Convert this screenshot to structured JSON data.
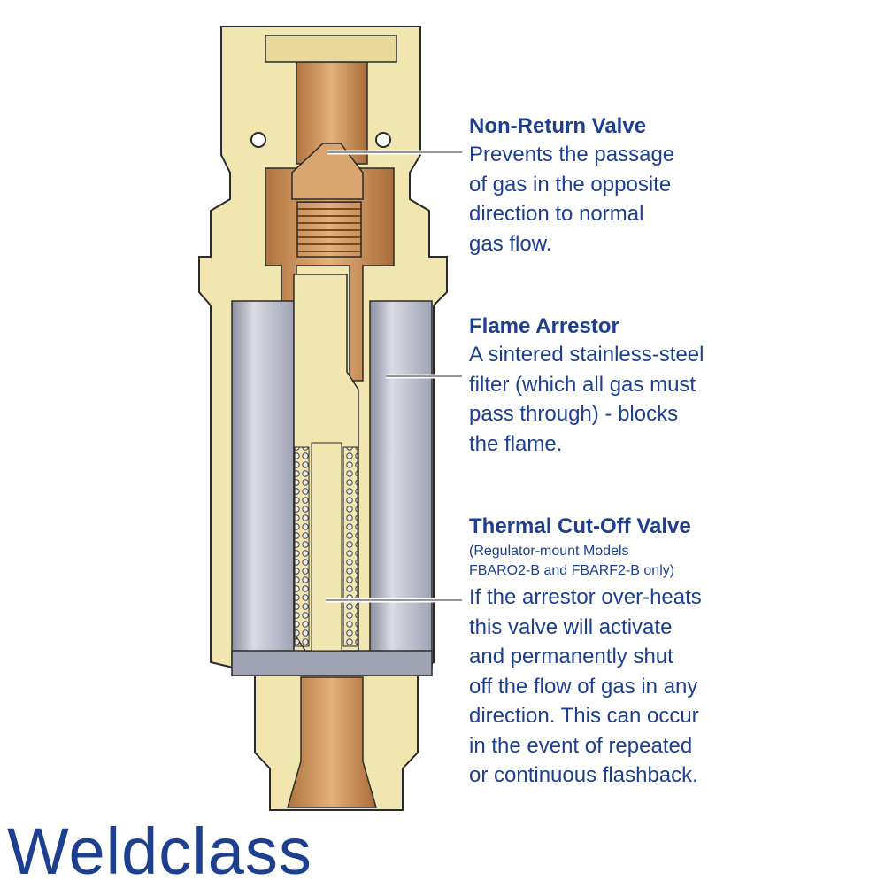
{
  "labels": {
    "non_return_valve": {
      "title": "Non-Return Valve",
      "body": "Prevents the passage\nof gas in the opposite\ndirection to normal\ngas flow."
    },
    "flame_arrestor": {
      "title": "Flame Arrestor",
      "body": "A sintered stainless-steel\nfilter (which all gas must\npass through) - blocks\nthe flame."
    },
    "thermal_cutoff_valve": {
      "title": "Thermal Cut-Off Valve",
      "note": "(Regulator-mount Models\nFBARO2-B and FBARF2-B only)",
      "body": "If the arrestor over-heats\nthis valve will activate\nand permanently shut\noff the flow of gas in any\ndirection. This can occur\nin the event of repeated\nor continuous flashback."
    }
  },
  "brand": "Weldclass",
  "colors": {
    "brass": "#f1e6b0",
    "copper": "#c9935c",
    "filter_gray": "#c7c9d6",
    "label_blue": "#1c3f8f",
    "outline": "#2b2b2b"
  }
}
